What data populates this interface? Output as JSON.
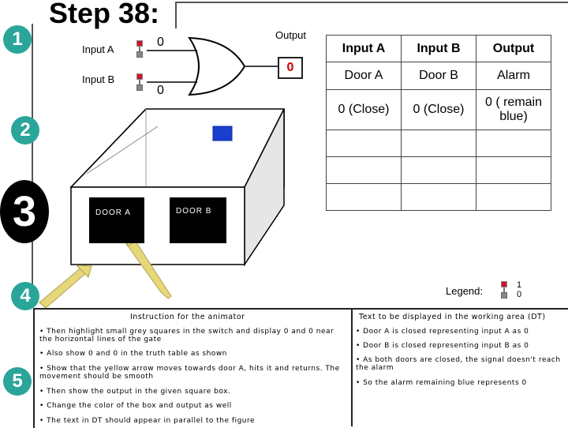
{
  "slide": {
    "title": "Step 38:"
  },
  "steps": [
    "1",
    "2",
    "3",
    "4",
    "5"
  ],
  "circuit": {
    "input_a_label": "Input A",
    "input_b_label": "Input B",
    "input_a_value": "0",
    "input_b_value": "0",
    "output_label": "Output",
    "output_value": "0"
  },
  "truth_table": {
    "headers": [
      "Input A",
      "Input B",
      "Output"
    ],
    "rows": [
      [
        "Door A",
        "Door B",
        "Alarm"
      ],
      [
        "0 (Close)",
        "0 (Close)",
        "0 ( remain blue)"
      ],
      [
        "",
        "",
        ""
      ],
      [
        "",
        "",
        ""
      ],
      [
        "",
        "",
        ""
      ]
    ]
  },
  "scene": {
    "door_a": "DOOR A",
    "door_b": "DOOR B",
    "alarm_color": "#1a3fcf",
    "arrow_color": "#e6d77a"
  },
  "legend": {
    "label": "Legend:",
    "on_value": "1",
    "off_value": "0"
  },
  "instructions": {
    "header": "Instruction for the animator",
    "items": [
      "•  Then highlight small grey squares in the switch and display 0 and 0 near the horizontal lines of the gate",
      "•  Also show 0 and 0 in the truth table as shown",
      "•  Show that the yellow arrow moves towards door A, hits it and returns. The movement should be smooth",
      "•  Then show the output in the given square box.",
      "•  Change the color of the box and output as well",
      "•  The text in DT should appear  in parallel to the figure"
    ]
  },
  "display_text": {
    "header": "Text to be displayed in the working area (DT)",
    "items": [
      "•  Door  A is closed representing input A as 0",
      "•  Door  B is closed representing input B as 0",
      "•  As both doors are closed, the signal doesn't reach the alarm",
      "•  So the alarm remaining blue represents 0"
    ]
  }
}
